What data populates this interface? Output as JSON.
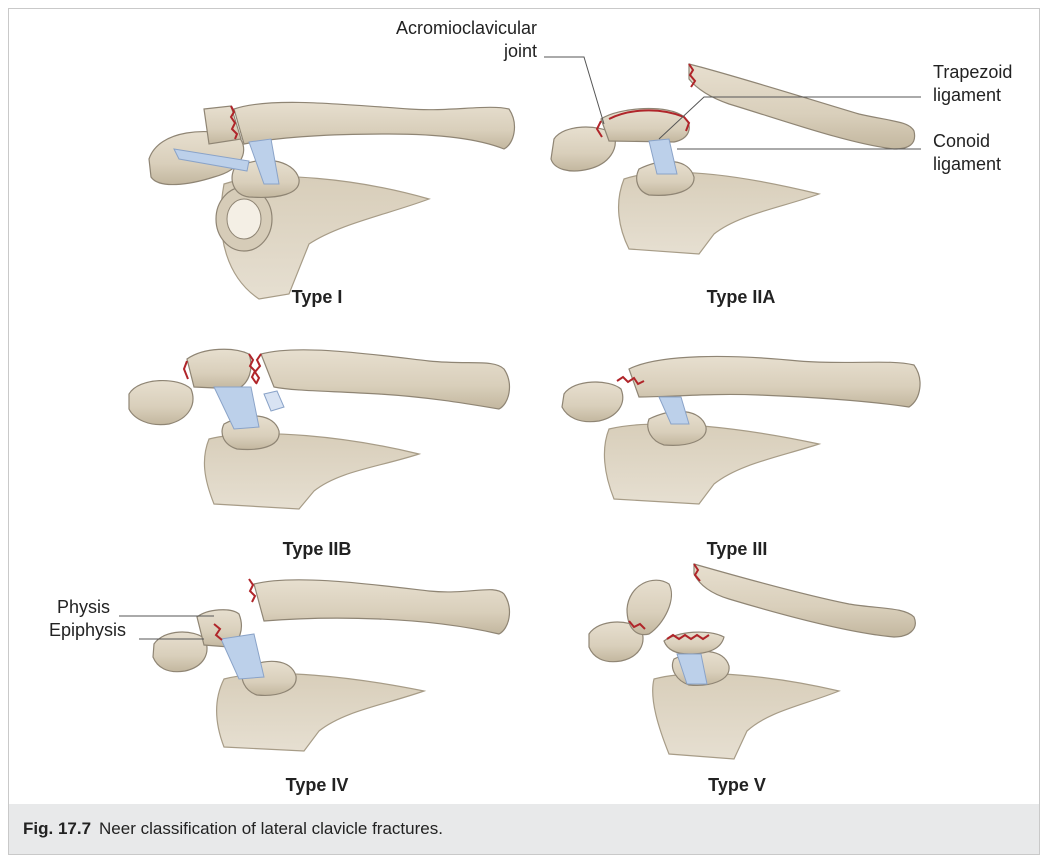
{
  "panels": [
    {
      "id": "type-i",
      "label": "Type I"
    },
    {
      "id": "type-iia",
      "label": "Type IIA"
    },
    {
      "id": "type-iib",
      "label": "Type IIB"
    },
    {
      "id": "type-iii",
      "label": "Type III"
    },
    {
      "id": "type-iv",
      "label": "Type IV"
    },
    {
      "id": "type-v",
      "label": "Type V"
    }
  ],
  "callouts": {
    "acromioclavicular_joint": [
      "Acromioclavicular",
      "joint"
    ],
    "trapezoid_ligament": [
      "Trapezoid",
      "ligament"
    ],
    "conoid_ligament": [
      "Conoid",
      "ligament"
    ],
    "physis": "Physis",
    "epiphysis": "Epiphysis"
  },
  "caption": {
    "number": "Fig. 17.7",
    "text": "Neer classification of lateral clavicle fractures."
  },
  "colors": {
    "bone_fill": "#ddd3c0",
    "bone_shade": "#c9bda6",
    "bone_outline": "#8f8574",
    "ligament": "#bcd0ea",
    "ligament_line": "#8aa3c8",
    "fracture": "#b0252a",
    "caption_bg": "#e8e9ea"
  }
}
